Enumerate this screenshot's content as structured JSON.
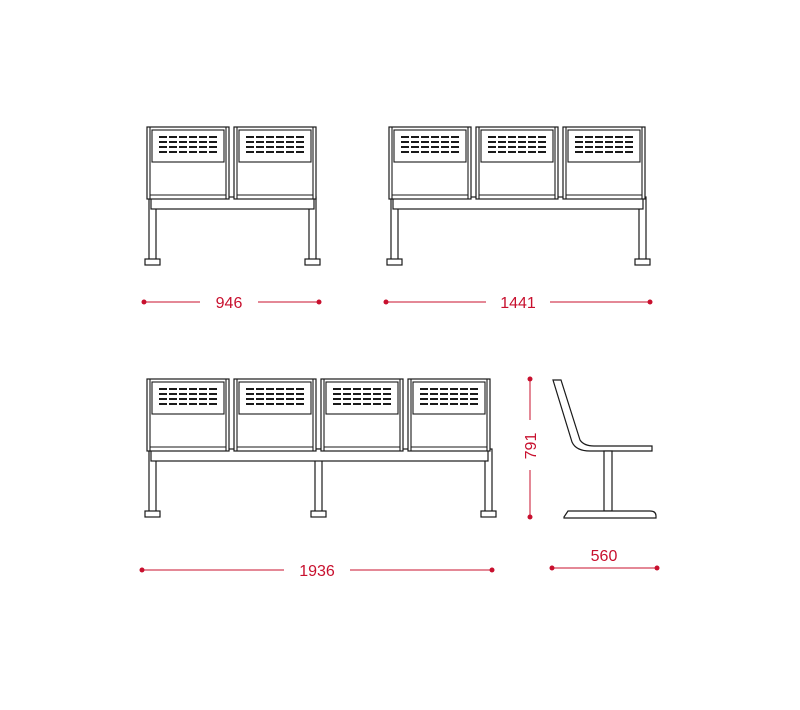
{
  "colors": {
    "line": "#1a1a1a",
    "dimension": "#c8102e",
    "background": "#ffffff"
  },
  "views": [
    {
      "id": "two-seat-front",
      "seats": 2,
      "dimension": "946"
    },
    {
      "id": "three-seat-front",
      "seats": 3,
      "dimension": "1441"
    },
    {
      "id": "four-seat-front",
      "seats": 4,
      "dimension": "1936"
    },
    {
      "id": "side-view",
      "seats": 1,
      "width_dimension": "560",
      "height_dimension": "791"
    }
  ]
}
